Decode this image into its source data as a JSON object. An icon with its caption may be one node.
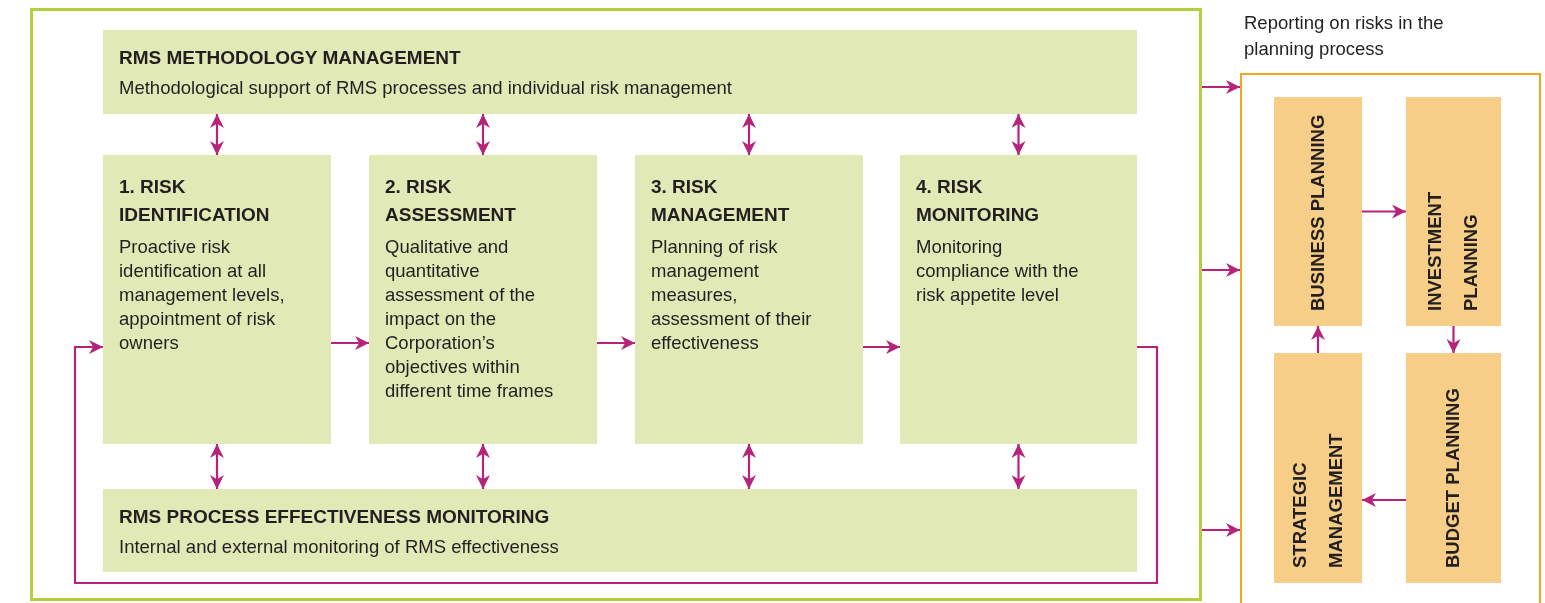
{
  "diagram": {
    "nodes": [
      {
        "text": [],
        "shape": "box"
      },
      {
        "text": [
          "RMS METHODOLOGY MANAGEMENT",
          "Methodological support of RMS processes and individual risk management"
        ],
        "in": 0
      },
      {
        "text": [
          "1. RISK IDENTIFICATION",
          "Proactive risk identification at all management levels, appointment of risk owners"
        ],
        "in": 0
      },
      {
        "text": [
          "2. RISK ASSESSMENT",
          "Qualitative and quantitative assessment of the impact on the Corporation’s objectives within different time frames"
        ],
        "in": 0
      },
      {
        "text": [
          "3. RISK MANAGEMENT",
          "Planning of risk management measures, assessment of their effectiveness"
        ],
        "in": 0
      },
      {
        "text": [
          "4. RISK MONITORING",
          "Monitoring compliance with the risk appetite level"
        ],
        "in": 0
      },
      {
        "text": [
          "RMS PROCESS EFFECTIVENESS MONITORING",
          "Internal and external monitoring of RMS effectiveness"
        ],
        "in": 0
      },
      {
        "text": [
          "Reporting on risks in the planning process"
        ]
      },
      {
        "text": [
          "BUSINESS PLANNING"
        ],
        "in": 7
      },
      {
        "text": [
          "INVESTMENT PLANNING"
        ],
        "in": 7
      },
      {
        "text": [
          "STRATEGIC MANAGEMENT"
        ],
        "in": 7
      },
      {
        "text": [
          "BUDGET PLANNING"
        ],
        "in": 7
      }
    ],
    "edges": [
      {
        "from": 1,
        "to": 2,
        "arrow": "both"
      },
      {
        "from": 1,
        "to": 3,
        "arrow": "both"
      },
      {
        "from": 1,
        "to": 4,
        "arrow": "both"
      },
      {
        "from": 1,
        "to": 5,
        "arrow": "both"
      },
      {
        "from": 2,
        "to": 6,
        "arrow": "both"
      },
      {
        "from": 3,
        "to": 6,
        "arrow": "both"
      },
      {
        "from": 4,
        "to": 6,
        "arrow": "both"
      },
      {
        "from": 5,
        "to": 6,
        "arrow": "both"
      },
      {
        "from": 2,
        "to": 3,
        "arrow": "to"
      },
      {
        "from": 3,
        "to": 4,
        "arrow": "to"
      },
      {
        "from": 4,
        "to": 5,
        "arrow": "to"
      },
      {
        "from": 5,
        "to": 2,
        "arrow": "to"
      },
      {
        "from": 0,
        "to": 7,
        "arrow": "to"
      },
      {
        "from": 0,
        "to": 7,
        "arrow": "to"
      },
      {
        "from": 0,
        "to": 7,
        "arrow": "to"
      },
      {
        "from": 8,
        "to": 9,
        "arrow": "to"
      },
      {
        "from": 9,
        "to": 11,
        "arrow": "to"
      },
      {
        "from": 11,
        "to": 10,
        "arrow": "to"
      },
      {
        "from": 10,
        "to": 8,
        "arrow": "to"
      }
    ]
  }
}
